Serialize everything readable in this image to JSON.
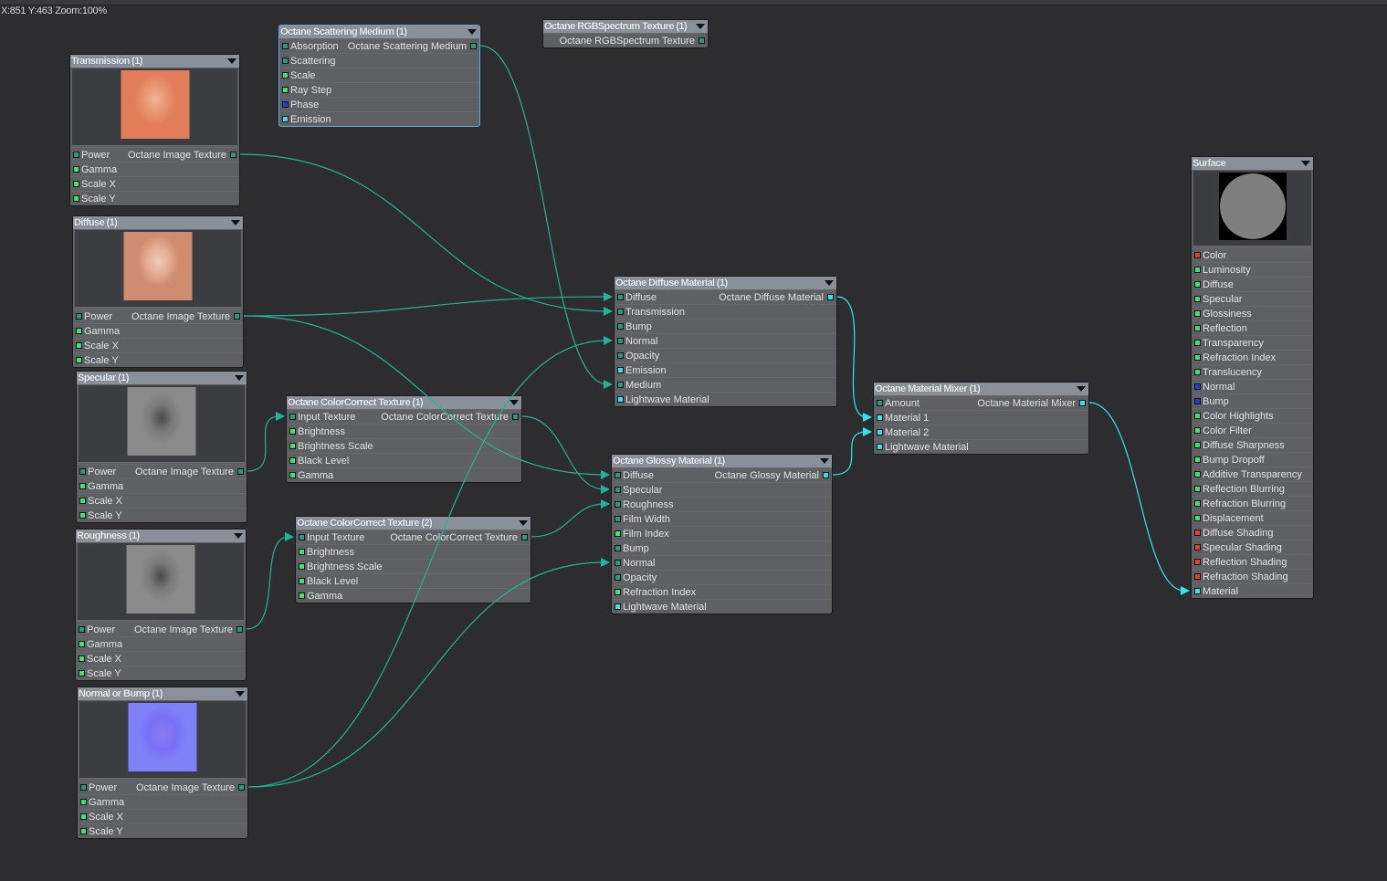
{
  "status_readout": "X:851 Y:463 Zoom:100%",
  "colors": {
    "background": "#2d2d30",
    "wire_texture": "#1fb596",
    "wire_material": "#2fe6ee",
    "port_teal": "#1e9e80",
    "port_green": "#35e679",
    "port_blue": "#2a3de0",
    "port_cyan": "#2fe6ee",
    "port_red": "#e8401e"
  },
  "nodes": [
    {
      "id": "scattering",
      "title": "Octane Scattering Medium (1)",
      "output": "Octane Scattering Medium",
      "output_port": "teal",
      "inputs": [
        [
          "Absorption",
          "teal"
        ],
        [
          "Scattering",
          "teal"
        ],
        [
          "Scale",
          "green"
        ],
        [
          "Ray Step",
          "green"
        ],
        [
          "Phase",
          "blue"
        ],
        [
          "Emission",
          "cyan"
        ]
      ]
    },
    {
      "id": "rgbspectrum",
      "title": "Octane RGBSpectrum Texture (1)",
      "output": "Octane RGBSpectrum Texture",
      "output_port": "teal",
      "inputs": []
    },
    {
      "id": "transmission",
      "title": "Transmission (1)",
      "preview": "face-orange",
      "output": "Octane Image Texture",
      "output_port": "teal",
      "inputs": [
        [
          "Power",
          "teal"
        ],
        [
          "Gamma",
          "green"
        ],
        [
          "Scale X",
          "green"
        ],
        [
          "Scale Y",
          "green"
        ]
      ]
    },
    {
      "id": "diffuse",
      "title": "Diffuse (1)",
      "preview": "face-skin",
      "output": "Octane Image Texture",
      "output_port": "teal",
      "inputs": [
        [
          "Power",
          "teal"
        ],
        [
          "Gamma",
          "green"
        ],
        [
          "Scale X",
          "green"
        ],
        [
          "Scale Y",
          "green"
        ]
      ]
    },
    {
      "id": "specular",
      "title": "Specular (1)",
      "preview": "face-gray",
      "output": "Octane Image Texture",
      "output_port": "teal",
      "inputs": [
        [
          "Power",
          "teal"
        ],
        [
          "Gamma",
          "green"
        ],
        [
          "Scale X",
          "green"
        ],
        [
          "Scale Y",
          "green"
        ]
      ]
    },
    {
      "id": "roughness",
      "title": "Roughness (1)",
      "preview": "face-gray",
      "output": "Octane Image Texture",
      "output_port": "teal",
      "inputs": [
        [
          "Power",
          "teal"
        ],
        [
          "Gamma",
          "green"
        ],
        [
          "Scale X",
          "green"
        ],
        [
          "Scale Y",
          "green"
        ]
      ]
    },
    {
      "id": "normalbump",
      "title": "Normal or Bump (1)",
      "preview": "normal-map",
      "output": "Octane Image Texture",
      "output_port": "teal",
      "inputs": [
        [
          "Power",
          "teal"
        ],
        [
          "Gamma",
          "green"
        ],
        [
          "Scale X",
          "green"
        ],
        [
          "Scale Y",
          "green"
        ]
      ]
    },
    {
      "id": "cc1",
      "title": "Octane ColorCorrect Texture (1)",
      "output": "Octane ColorCorrect Texture",
      "output_port": "teal",
      "inputs": [
        [
          "Input Texture",
          "teal"
        ],
        [
          "Brightness",
          "green"
        ],
        [
          "Brightness Scale",
          "green"
        ],
        [
          "Black Level",
          "green"
        ],
        [
          "Gamma",
          "green"
        ]
      ]
    },
    {
      "id": "cc2",
      "title": "Octane ColorCorrect Texture (2)",
      "output": "Octane ColorCorrect Texture",
      "output_port": "teal",
      "inputs": [
        [
          "Input Texture",
          "teal"
        ],
        [
          "Brightness",
          "green"
        ],
        [
          "Brightness Scale",
          "green"
        ],
        [
          "Black Level",
          "green"
        ],
        [
          "Gamma",
          "green"
        ]
      ]
    },
    {
      "id": "diffmat",
      "title": "Octane Diffuse Material (1)",
      "output": "Octane Diffuse Material",
      "output_port": "cyan",
      "inputs": [
        [
          "Diffuse",
          "teal"
        ],
        [
          "Transmission",
          "teal"
        ],
        [
          "Bump",
          "teal"
        ],
        [
          "Normal",
          "teal"
        ],
        [
          "Opacity",
          "teal"
        ],
        [
          "Emission",
          "cyan"
        ],
        [
          "Medium",
          "teal"
        ],
        [
          "Lightwave Material",
          "cyan"
        ]
      ]
    },
    {
      "id": "glossy",
      "title": "Octane Glossy Material (1)",
      "output": "Octane Glossy Material",
      "output_port": "cyan",
      "inputs": [
        [
          "Diffuse",
          "teal"
        ],
        [
          "Specular",
          "teal"
        ],
        [
          "Roughness",
          "teal"
        ],
        [
          "Film Width",
          "teal"
        ],
        [
          "Film Index",
          "green"
        ],
        [
          "Bump",
          "teal"
        ],
        [
          "Normal",
          "teal"
        ],
        [
          "Opacity",
          "teal"
        ],
        [
          "Refraction Index",
          "green"
        ],
        [
          "Lightwave Material",
          "cyan"
        ]
      ]
    },
    {
      "id": "mixer",
      "title": "Octane Material Mixer (1)",
      "output": "Octane Material Mixer",
      "output_port": "cyan",
      "inputs": [
        [
          "Amount",
          "teal"
        ],
        [
          "Material 1",
          "cyan"
        ],
        [
          "Material 2",
          "cyan"
        ],
        [
          "Lightwave Material",
          "cyan"
        ]
      ]
    },
    {
      "id": "surface",
      "title": "Surface",
      "preview": "sphere",
      "inputs": [
        [
          "Color",
          "red"
        ],
        [
          "Luminosity",
          "green"
        ],
        [
          "Diffuse",
          "green"
        ],
        [
          "Specular",
          "green"
        ],
        [
          "Glossiness",
          "green"
        ],
        [
          "Reflection",
          "green"
        ],
        [
          "Transparency",
          "green"
        ],
        [
          "Refraction Index",
          "green"
        ],
        [
          "Translucency",
          "green"
        ],
        [
          "Normal",
          "blue"
        ],
        [
          "Bump",
          "blue"
        ],
        [
          "Color Highlights",
          "green"
        ],
        [
          "Color Filter",
          "green"
        ],
        [
          "Diffuse Sharpness",
          "green"
        ],
        [
          "Bump Dropoff",
          "green"
        ],
        [
          "Additive Transparency",
          "green"
        ],
        [
          "Reflection Blurring",
          "green"
        ],
        [
          "Refraction Blurring",
          "green"
        ],
        [
          "Displacement",
          "green"
        ],
        [
          "Diffuse Shading",
          "red"
        ],
        [
          "Specular Shading",
          "red"
        ],
        [
          "Reflection Shading",
          "red"
        ],
        [
          "Refraction Shading",
          "red"
        ],
        [
          "Material",
          "cyan"
        ]
      ]
    }
  ]
}
